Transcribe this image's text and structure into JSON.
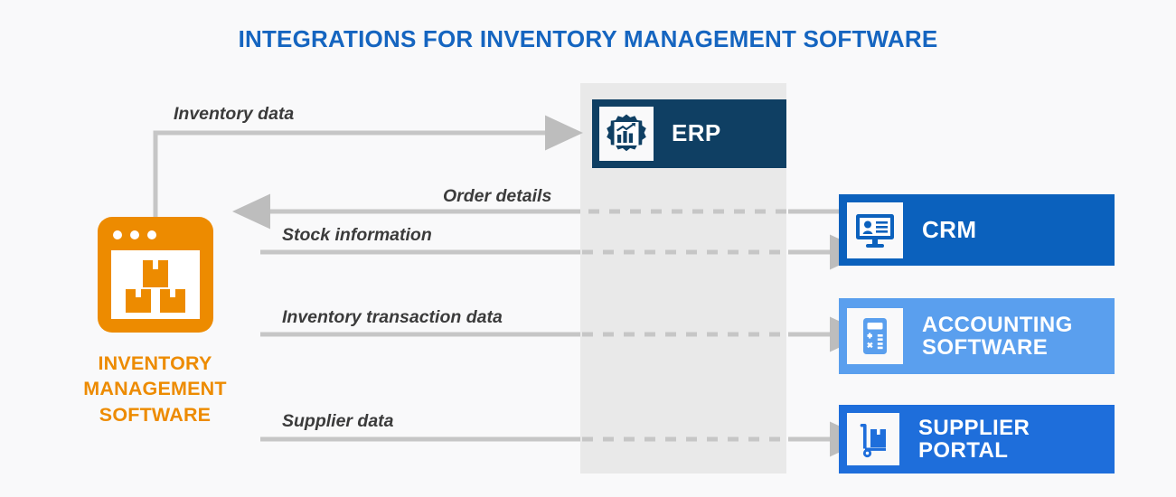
{
  "page": {
    "title": "INTEGRATIONS FOR INVENTORY MANAGEMENT SOFTWARE",
    "background": "#f9f9fa",
    "title_color": "#1565c0"
  },
  "colors": {
    "orange": "#ed8b00",
    "erp_navy": "#0f3f63",
    "crm_blue": "#0b61bd",
    "accounting_blue": "#5a9fee",
    "supplier_blue": "#1e6edb",
    "connector_gray": "#bdbdbd",
    "band_gray": "#e9e9e9",
    "label_gray": "#3b3b3b"
  },
  "source_node": {
    "icon": "inventory-boxes-window-icon",
    "label_line1": "INVENTORY",
    "label_line2": "MANAGEMENT",
    "label_line3": "SOFTWARE",
    "color": "#ed8b00"
  },
  "systems": [
    {
      "id": "erp",
      "label": "ERP",
      "icon": "gear-bar-chart-icon",
      "color": "#0f3f63"
    },
    {
      "id": "crm",
      "label": "CRM",
      "icon": "monitor-contact-card-icon",
      "color": "#0b61bd"
    },
    {
      "id": "accounting",
      "label_line1": "ACCOUNTING",
      "label_line2": "SOFTWARE",
      "icon": "calculator-icon",
      "color": "#5a9fee"
    },
    {
      "id": "supplier",
      "label_line1": "SUPPLIER",
      "label_line2": "PORTAL",
      "icon": "hand-truck-box-icon",
      "color": "#1e6edb"
    }
  ],
  "flows": [
    {
      "id": "inventory-data",
      "label": "Inventory data",
      "from": "inventory-management-software",
      "to": "erp",
      "direction": "right"
    },
    {
      "id": "order-details",
      "label": "Order details",
      "from": "crm",
      "to": "inventory-management-software",
      "direction": "left"
    },
    {
      "id": "stock-information",
      "label": "Stock information",
      "from": "inventory-management-software",
      "to": "crm",
      "direction": "right"
    },
    {
      "id": "inventory-transaction-data",
      "label": "Inventory transaction data",
      "from": "inventory-management-software",
      "to": "accounting",
      "direction": "right"
    },
    {
      "id": "supplier-data",
      "label": "Supplier data",
      "from": "inventory-management-software",
      "to": "supplier",
      "direction": "right"
    }
  ]
}
